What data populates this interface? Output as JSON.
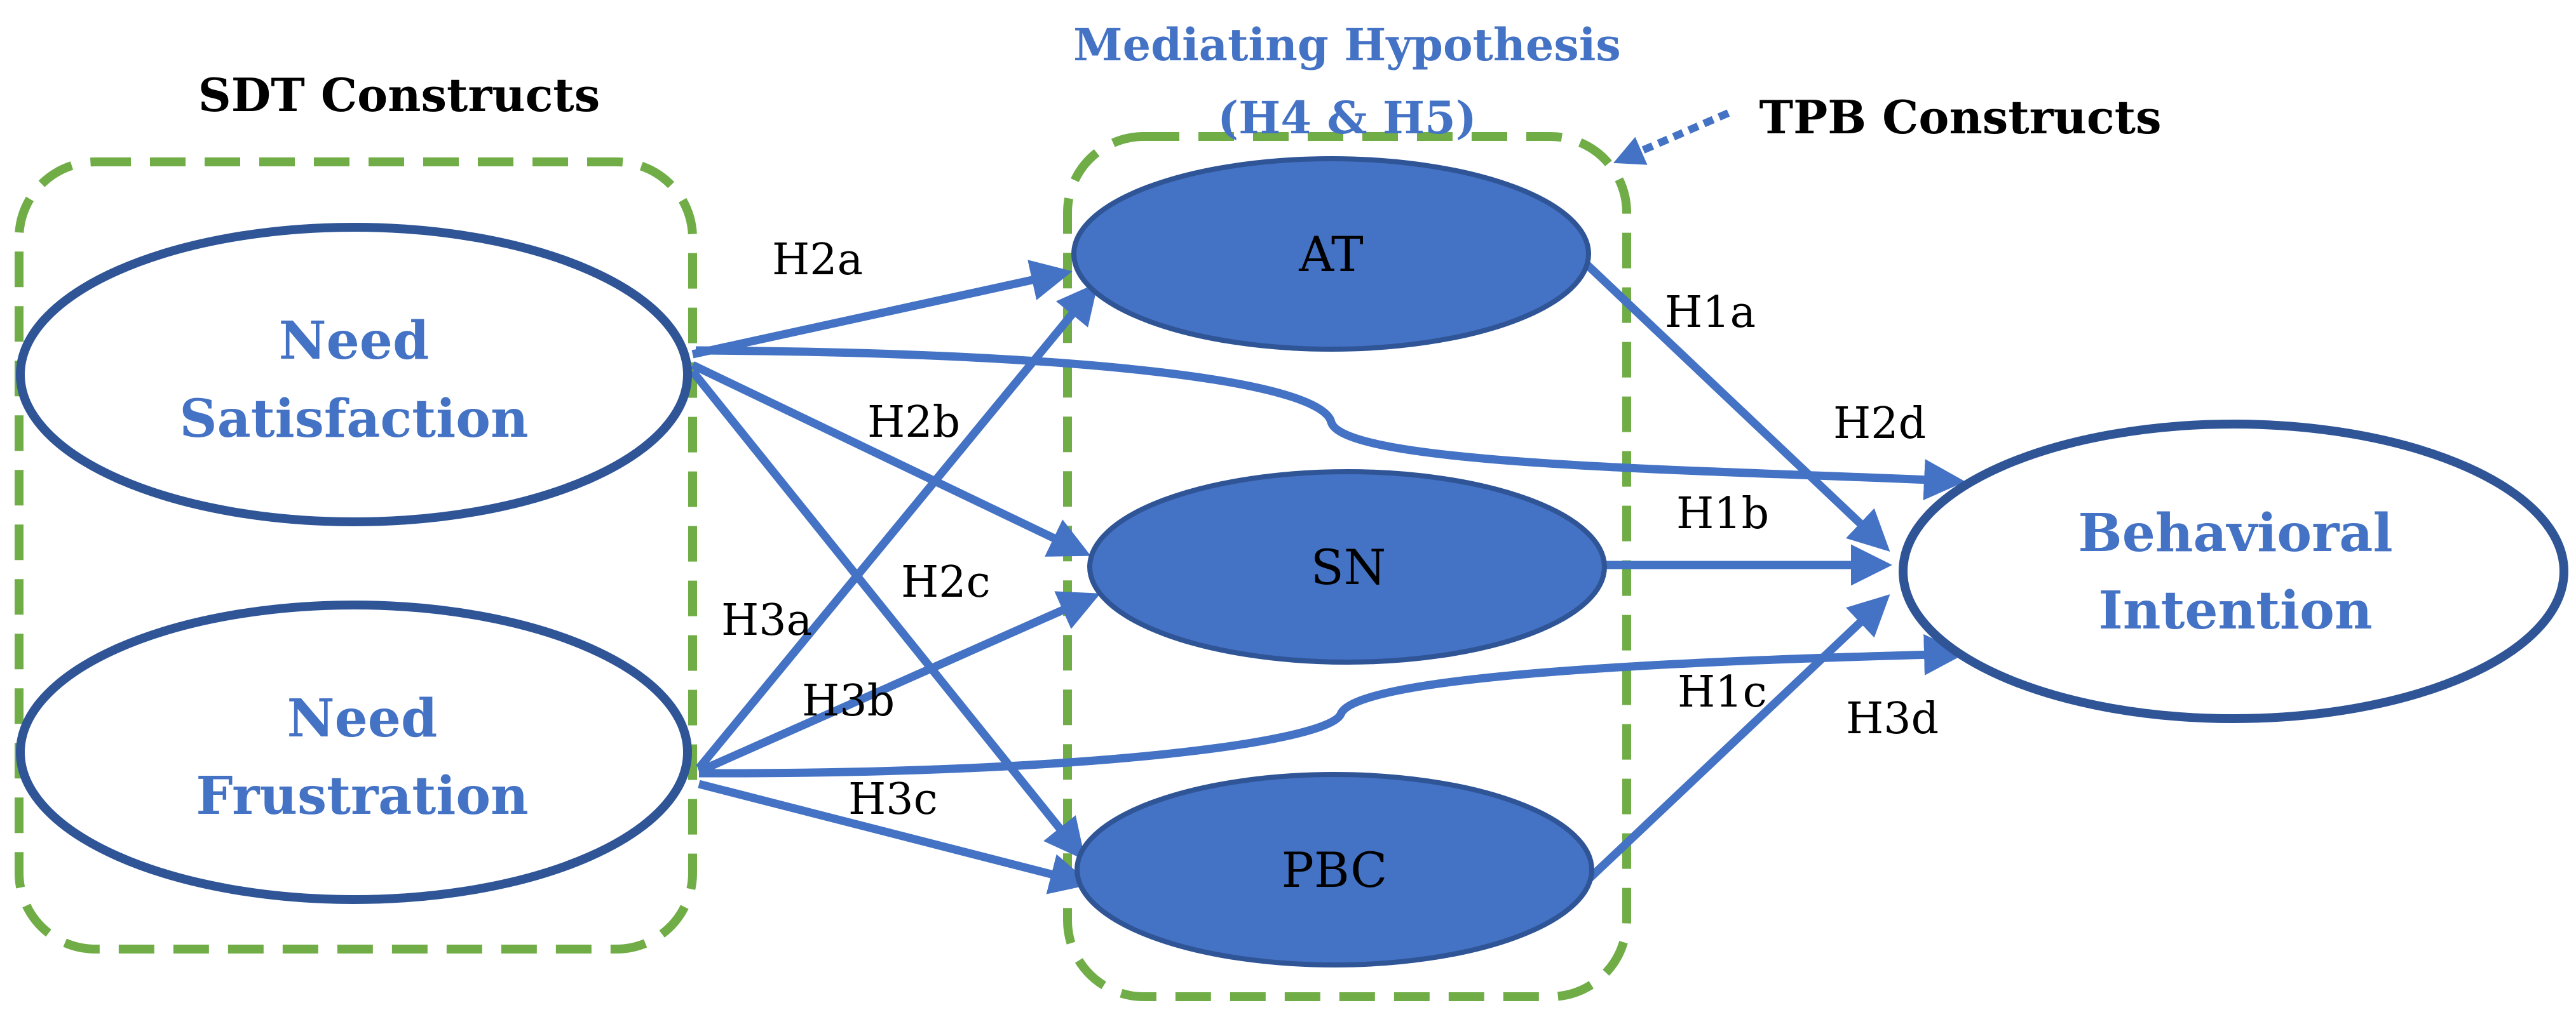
{
  "groups": {
    "sdt_title": "SDT Constructs",
    "tpb_title": "TPB Constructs",
    "mediating_line1": "Mediating Hypothesis",
    "mediating_line2": "(H4 & H5)"
  },
  "nodes": {
    "need_satisfaction": [
      "Need",
      "Satisfaction"
    ],
    "need_frustration": [
      "Need",
      "Frustration"
    ],
    "at": "AT",
    "sn": "SN",
    "pbc": "PBC",
    "behavioral_intention": [
      "Behavioral",
      "Intention"
    ]
  },
  "hypotheses": {
    "h1a": "H1a",
    "h1b": "H1b",
    "h1c": "H1c",
    "h2a": "H2a",
    "h2b": "H2b",
    "h2c": "H2c",
    "h2d": "H2d",
    "h3a": "H3a",
    "h3b": "H3b",
    "h3c": "H3c",
    "h3d": "H3d"
  },
  "colors": {
    "box_dashed": "#70ad47",
    "arrow": "#4472c4",
    "node_fill": "#4472c4",
    "node_outline": "#2f5597"
  }
}
